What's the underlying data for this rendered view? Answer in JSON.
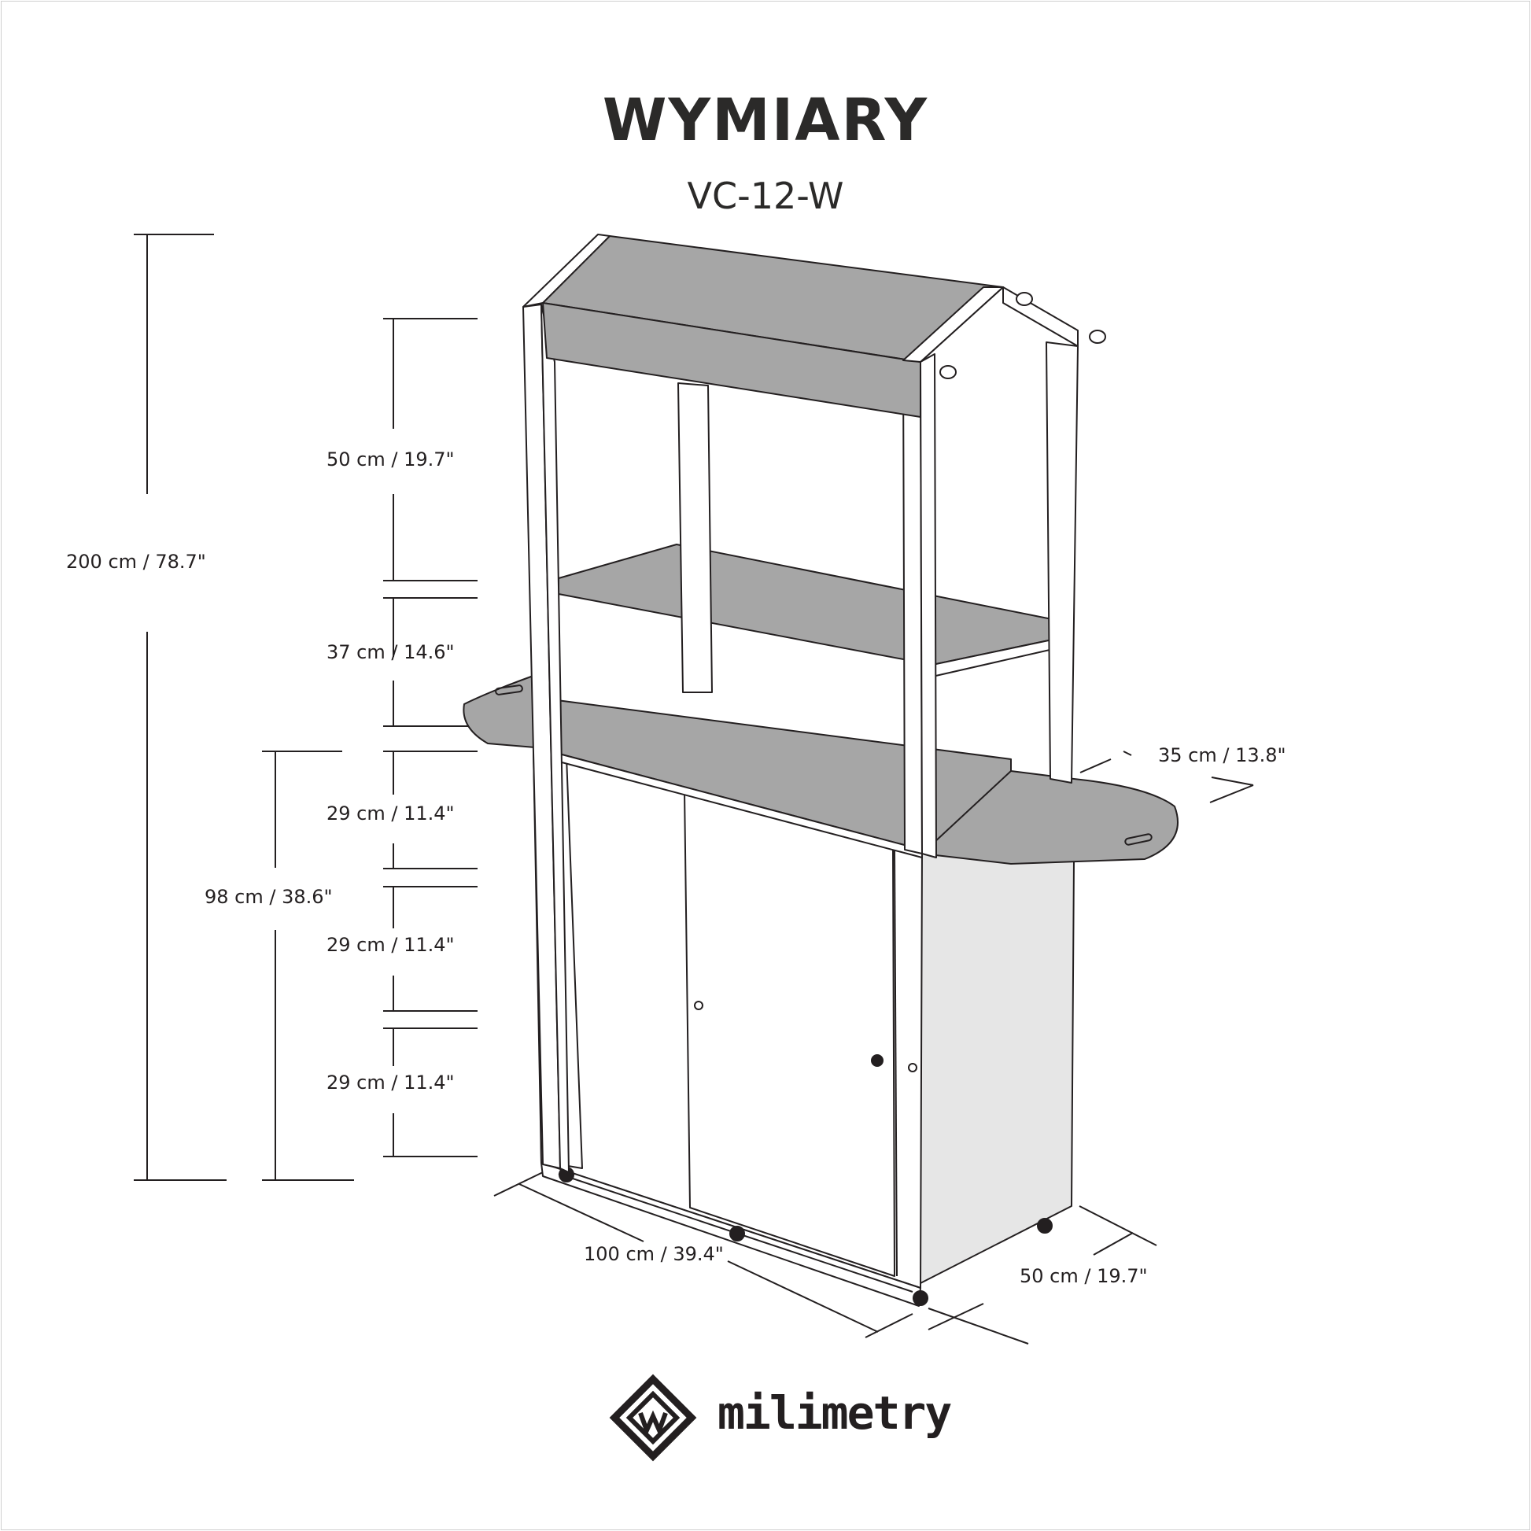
{
  "header": {
    "title": "WYMIARY",
    "model": "VC-12-W"
  },
  "dimensions": {
    "total_height": "200 cm / 78.7\"",
    "roof_section": "50 cm / 19.7\"",
    "upper_shelf": "37 cm / 14.6\"",
    "cabinet_height": "98 cm / 38.6\"",
    "compartment_1": "29 cm / 11.4\"",
    "compartment_2": "29 cm / 11.4\"",
    "compartment_3": "29 cm / 11.4\"",
    "side_table_depth": "35 cm / 13.8\"",
    "width": "100 cm / 39.4\"",
    "depth": "50 cm / 19.7\""
  },
  "brand": {
    "name": "milimetry"
  },
  "colors": {
    "ink": "#231f20",
    "shelf": "#a6a6a6",
    "panel": "#e6e6e6",
    "door": "#ffffff"
  }
}
